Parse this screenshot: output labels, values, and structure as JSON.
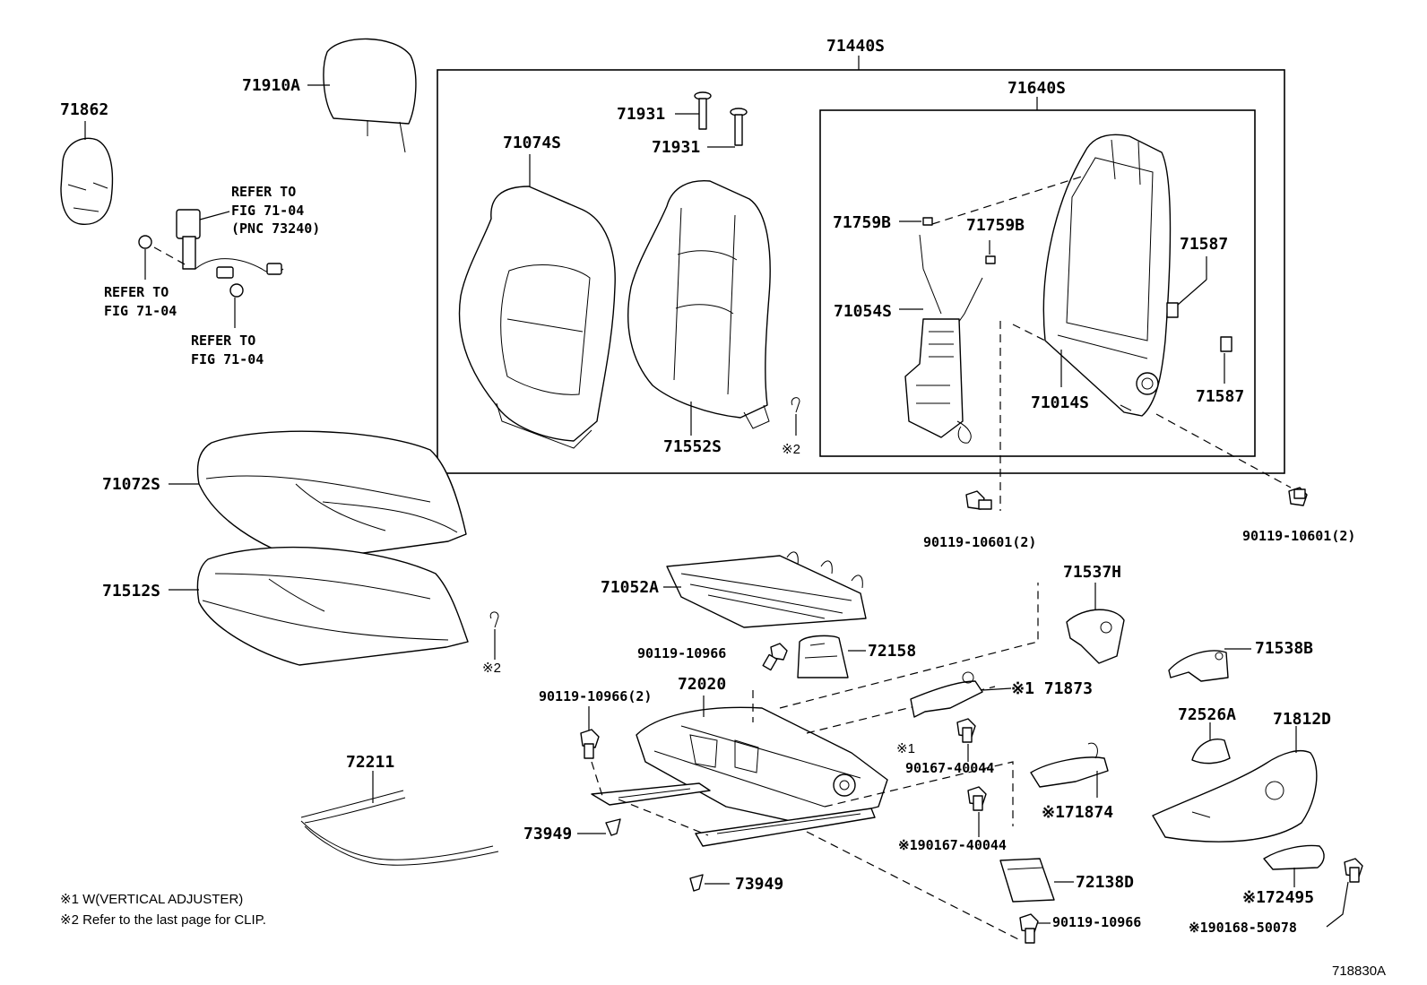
{
  "figure_id": "718830A",
  "assemblies": {
    "seatback_assembly": "71440S",
    "frame_subassembly": "71640S"
  },
  "part_labels": {
    "p71910A": "71910A",
    "p71862": "71862",
    "p71931_a": "71931",
    "p71931_b": "71931",
    "p71074S": "71074S",
    "p71552S": "71552S",
    "p71759B_a": "71759B",
    "p71759B_b": "71759B",
    "p71054S": "71054S",
    "p71014S": "71014S",
    "p71587_a": "71587",
    "p71587_b": "71587",
    "p71072S": "71072S",
    "p71512S": "71512S",
    "p90119_10601_a": "90119-10601(2)",
    "p90119_10601_b": "90119-10601(2)",
    "p71052A": "71052A",
    "p71537H": "71537H",
    "p71538B": "71538B",
    "p90119_10966_a": "90119-10966",
    "p72158": "72158",
    "p90119_10966_b": "90119-10966(2)",
    "p72020": "72020",
    "p71873": "※1 71873",
    "p90167_40044_a": "90167-40044",
    "p90167_40044_a_mark": "※1",
    "p72526A": "72526A",
    "p71812D": "71812D",
    "p72211": "72211",
    "p73949_a": "73949",
    "p73949_b": "73949",
    "p71874": "※171874",
    "p90167_40044_b": "※190167-40044",
    "p72138D": "72138D",
    "p72495": "※172495",
    "p90119_10966_c": "90119-10966",
    "p90168_50078": "※190168-50078"
  },
  "refer_notes": {
    "belt_a_line1": "REFER TO",
    "belt_a_line2": "FIG 71-04",
    "belt_a_line3": "(PNC 73240)",
    "belt_b_line1": "REFER TO",
    "belt_b_line2": "FIG 71-04",
    "belt_c_line1": "REFER TO",
    "belt_c_line2": "FIG 71-04"
  },
  "clip_marks": {
    "clip_back": "※2",
    "clip_cushion": "※2"
  },
  "footnotes": {
    "note1": "※1 W(VERTICAL ADJUSTER)",
    "note2": "※2 Refer to the last page for CLIP."
  }
}
